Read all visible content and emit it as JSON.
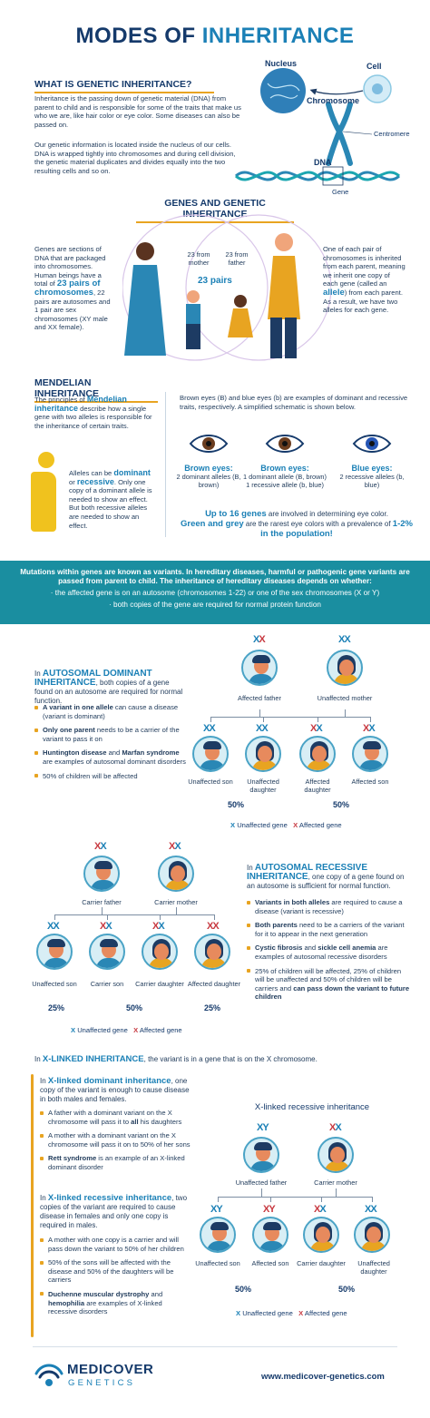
{
  "title": {
    "part1": "MODES OF ",
    "part2": "INHERITANCE"
  },
  "what": {
    "heading": "WHAT IS GENETIC INHERITANCE?",
    "p1": "Inheritance is the passing down of genetic material (DNA) from parent to child and is responsible for some of the traits that make us who we are, like hair color or eye color. Some diseases can also be passed on.",
    "p2": "Our genetic information is located inside the nucleus of our cells. DNA is wrapped tightly into chromosomes and during cell division, the genetic material duplicates and divides equally into the two resulting cells and so on.",
    "labels": {
      "nucleus": "Nucleus",
      "cell": "Cell",
      "chromosome": "Chromosome",
      "centromere": "Centromere",
      "dna": "DNA",
      "gene": "Gene"
    }
  },
  "genes": {
    "heading": "GENES AND GENETIC INHERITANCE",
    "left_pre": "Genes are sections of DNA that are packaged into chromosomes. Human beings have a total of ",
    "left_bold": "23 pairs of chromosomes",
    "left_post": ", 22 pairs are autosomes and 1 pair are sex chromosomes (XY male and XX female).",
    "from_mother": "23 from mother",
    "from_father": "23 from father",
    "pairs": "23 pairs",
    "right_pre": "One of each pair of chromosomes is inherited from each parent, meaning we inherit one copy of each gene (called an ",
    "right_bold": "allele",
    "right_post": ") from each parent. As a result, we have two alleles for each gene."
  },
  "mendel": {
    "heading": "MENDELIAN INHERITANCE",
    "p_pre": "The principles of ",
    "p_bold": "Mendelian inheritance",
    "p_post": " describe how a single gene with two alleles is responsible for the inheritance of certain traits.",
    "allele_pre": "Alleles can be ",
    "allele_dom": "dominant",
    "allele_mid": " or ",
    "allele_rec": "recessive",
    "allele_post": ". Only one copy of a dominant allele is needed to show an effect. But both recessive alleles are needed to show an effect.",
    "eyes_intro": "Brown eyes (B) and blue eyes (b) are examples of dominant and recessive traits, respectively. A simplified schematic is shown below.",
    "eyes": [
      {
        "title": "Brown eyes:",
        "desc": "2 dominant alleles (B, brown)"
      },
      {
        "title": "Brown eyes:",
        "desc": "1 dominant allele (B, brown)",
        "desc2": "1 recessive allele (b, blue)"
      },
      {
        "title": "Blue eyes:",
        "desc": "2 recessive alleles (b, blue)"
      }
    ],
    "genes16": "Up to 16 genes",
    "genes16_post": " are involved in determining eye color.",
    "green_grey": "Green and grey",
    "green_grey_post": " are the rarest eye colors with a prevalence of ",
    "green_grey_pct": "1-2% in the population!"
  },
  "band": {
    "main": "Mutations within genes are known as variants. In hereditary diseases, harmful or pathogenic gene variants are passed from parent to child. The inheritance of hereditary diseases depends on whether:",
    "b1": "· the affected gene is on an autosome (chromosomes 1-22) or one of the sex chromosomes (X or Y)",
    "b2": "· both copies of the gene are required for normal protein function"
  },
  "ad": {
    "in": "In ",
    "title": "AUTOSOMAL DOMINANT INHERITANCE",
    "post": ", both copies of a gene found on an autosome are required for normal function.",
    "bullets": [
      {
        "bold": "A variant in one allele",
        "text": " can cause a disease (variant is dominant)"
      },
      {
        "bold": "Only one parent",
        "text": " needs to be a carrier of the variant to pass it on"
      },
      {
        "bold": "Huntington disease",
        "mid": " and ",
        "bold2": "Marfan syndrome",
        "text": " are examples of autosomal dominant disorders"
      },
      {
        "bold": "",
        "text": "50% of children will be affected"
      }
    ],
    "parents": [
      "Affected father",
      "Unaffected mother"
    ],
    "children": [
      "Unaffected son",
      "Unaffected daughter",
      "Affected daughter",
      "Affected son"
    ],
    "pcts": [
      "50%",
      "50%"
    ]
  },
  "ar": {
    "in": "In ",
    "title": "AUTOSOMAL RECESSIVE INHERITANCE",
    "post": ", one copy of a gene found on an autosome is sufficient for normal function.",
    "bullets": [
      {
        "bold": "Variants in both alleles",
        "text": " are required to cause a disease (variant is recessive)"
      },
      {
        "bold": "Both parents",
        "text": " need to be a carriers of the variant for it to appear in the next generation"
      },
      {
        "bold": "Cystic fibrosis",
        "mid": " and ",
        "bold2": "sickle cell anemia",
        "text": " are examples of autosomal recessive disorders"
      },
      {
        "bold": "",
        "text": "25% of children will be affected, 25% of children will be unaffected and 50% of children will be carriers and ",
        "bold3": "can pass down the variant to future children"
      }
    ],
    "parents": [
      "Carrier father",
      "Carrier mother"
    ],
    "children": [
      "Unaffected son",
      "Carrier son",
      "Carrier daughter",
      "Affected daughter"
    ],
    "pcts": [
      "25%",
      "50%",
      "25%"
    ]
  },
  "legend": {
    "unaffected": "Unaffected gene",
    "affected": "Affected gene"
  },
  "xl": {
    "intro_in": "In ",
    "intro_bold": "X-LINKED INHERITANCE",
    "intro_post": ", the variant is in a gene that is on the X chromosome.",
    "dom_in": "In ",
    "dom_title": "X-linked dominant inheritance",
    "dom_post": ", one copy of the variant is enough to cause disease in both males and females.",
    "dom_bullets": [
      {
        "text": "A father with a dominant variant on the X chromosome will pass it to ",
        "bold": "all",
        "post": " his daughters"
      },
      {
        "text": "A mother with a dominant variant on the X chromosome will pass it on to 50% of her sons",
        "bold": "",
        "post": ""
      },
      {
        "text": "",
        "bold": "Rett syndrome",
        "post": " is an example of an X-linked dominant disorder"
      }
    ],
    "rec_in": "In ",
    "rec_title": "X-linked recessive inheritance",
    "rec_post": ", two copies of the variant are required to cause disease in females and only one copy is required in males.",
    "rec_bullets": [
      {
        "text": "A mother with one copy is a carrier and will pass down the variant to 50% of her children",
        "bold": "",
        "post": ""
      },
      {
        "text": "50% of the sons will be affected with the disease and 50% of the daughters will be carriers",
        "bold": "",
        "post": ""
      },
      {
        "text": "",
        "bold": "Duchenne muscular dystrophy",
        "post": " and ",
        "bold2": "hemophilia",
        "post2": " are examples of X-linked recessive disorders"
      }
    ],
    "chart_title": "X-linked recessive inheritance",
    "parents": [
      "Unaffected father",
      "Carrier mother"
    ],
    "children": [
      "Unaffected son",
      "Affected son",
      "Carrier daughter",
      "Unaffected daughter"
    ],
    "pcts": [
      "50%",
      "50%"
    ],
    "xy": "XY",
    "xx": "XX"
  },
  "footer": {
    "brand1": "MEDICOVER",
    "brand2": "GENETICS",
    "url": "www.medicover-genetics.com"
  },
  "colors": {
    "navy": "#153a6b",
    "blue": "#1b80b6",
    "gold": "#e8a421",
    "teal": "#1a8ea0",
    "red": "#c73940"
  }
}
